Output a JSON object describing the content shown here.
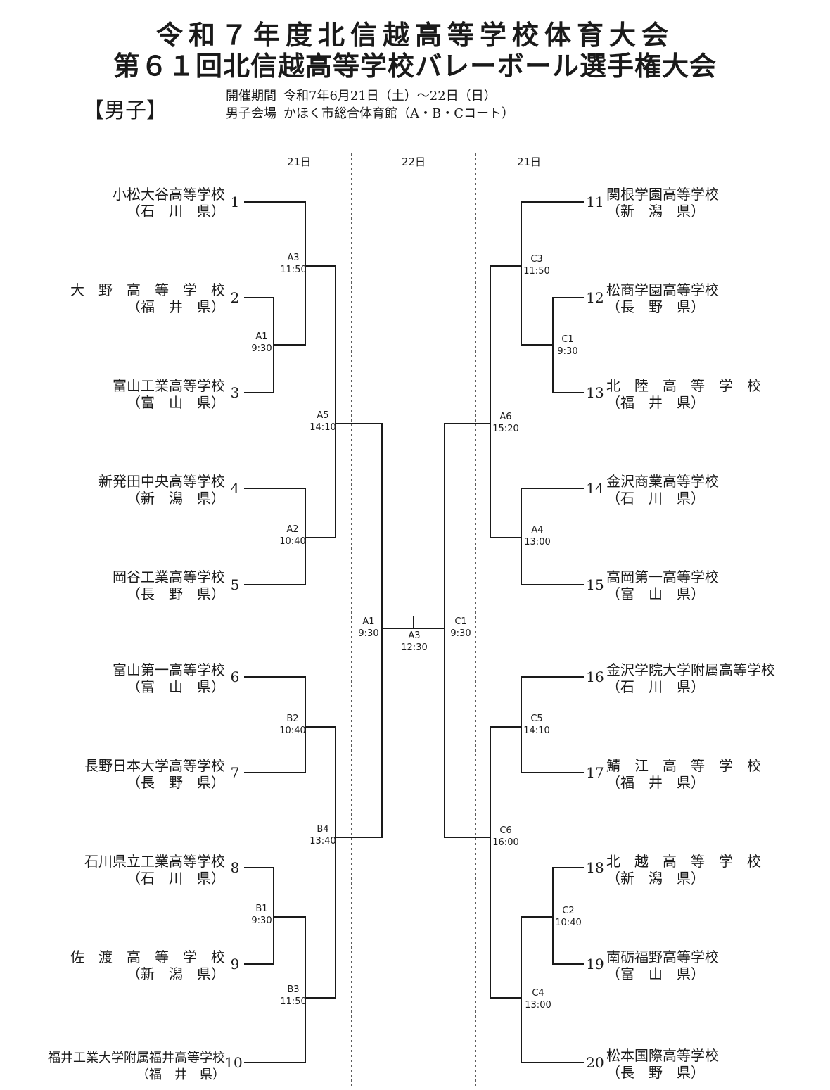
{
  "title_line1": "令和７年度北信越高等学校体育大会",
  "title_line2": "第６１回北信越高等学校バレーボール選手権大会",
  "gender": "【男子】",
  "period_label": "開催期間",
  "period_value": "令和7年6月21日（土）～22日（日）",
  "venue_label": "男子会場",
  "venue_value": "かほく市総合体育館（A・B・Cコート）",
  "days": {
    "left": "21日",
    "center": "22日",
    "right": "21日"
  },
  "teams": [
    {
      "num": "1",
      "name": "小松大谷高等学校",
      "pref": "（石　川　県）"
    },
    {
      "num": "2",
      "name": "大　野　高　等　学　校",
      "pref": "（福　井　県）"
    },
    {
      "num": "3",
      "name": "富山工業高等学校",
      "pref": "（富　山　県）"
    },
    {
      "num": "4",
      "name": "新発田中央高等学校",
      "pref": "（新　潟　県）"
    },
    {
      "num": "5",
      "name": "岡谷工業高等学校",
      "pref": "（長　野　県）"
    },
    {
      "num": "6",
      "name": "富山第一高等学校",
      "pref": "（富　山　県）"
    },
    {
      "num": "7",
      "name": "長野日本大学高等学校",
      "pref": "（長　野　県）"
    },
    {
      "num": "8",
      "name": "石川県立工業高等学校",
      "pref": "（石　川　県）"
    },
    {
      "num": "9",
      "name": "佐　渡　高　等　学　校",
      "pref": "（新　潟　県）"
    },
    {
      "num": "10",
      "name": "福井工業大学附属福井高等学校",
      "pref": "（福　井　県）"
    },
    {
      "num": "11",
      "name": "関根学園高等学校",
      "pref": "（新　潟　県）"
    },
    {
      "num": "12",
      "name": "松商学園高等学校",
      "pref": "（長　野　県）"
    },
    {
      "num": "13",
      "name": "北　陸　高　等　学　校",
      "pref": "（福　井　県）"
    },
    {
      "num": "14",
      "name": "金沢商業高等学校",
      "pref": "（石　川　県）"
    },
    {
      "num": "15",
      "name": "高岡第一高等学校",
      "pref": "（富　山　県）"
    },
    {
      "num": "16",
      "name": "金沢学院大学附属高等学校",
      "pref": "（石　川　県）"
    },
    {
      "num": "17",
      "name": "鯖　江　高　等　学　校",
      "pref": "（福　井　県）"
    },
    {
      "num": "18",
      "name": "北　越　高　等　学　校",
      "pref": "（新　潟　県）"
    },
    {
      "num": "19",
      "name": "南砺福野高等学校",
      "pref": "（富　山　県）"
    },
    {
      "num": "20",
      "name": "松本国際高等学校",
      "pref": "（長　野　県）"
    }
  ],
  "matches": [
    {
      "court": "A3",
      "time": "11:50"
    },
    {
      "court": "A1",
      "time": "9:30"
    },
    {
      "court": "A5",
      "time": "14:10"
    },
    {
      "court": "A2",
      "time": "10:40"
    },
    {
      "court": "B2",
      "time": "10:40"
    },
    {
      "court": "B4",
      "time": "13:40"
    },
    {
      "court": "B1",
      "time": "9:30"
    },
    {
      "court": "B3",
      "time": "11:50"
    },
    {
      "court": "A1",
      "time": "9:30"
    },
    {
      "court": "A3",
      "time": "12:30"
    },
    {
      "court": "C1",
      "time": "9:30"
    },
    {
      "court": "C3",
      "time": "11:50"
    },
    {
      "court": "C1",
      "time": "9:30"
    },
    {
      "court": "A6",
      "time": "15:20"
    },
    {
      "court": "A4",
      "time": "13:00"
    },
    {
      "court": "C5",
      "time": "14:10"
    },
    {
      "court": "C6",
      "time": "16:00"
    },
    {
      "court": "C2",
      "time": "10:40"
    },
    {
      "court": "C4",
      "time": "13:00"
    }
  ]
}
